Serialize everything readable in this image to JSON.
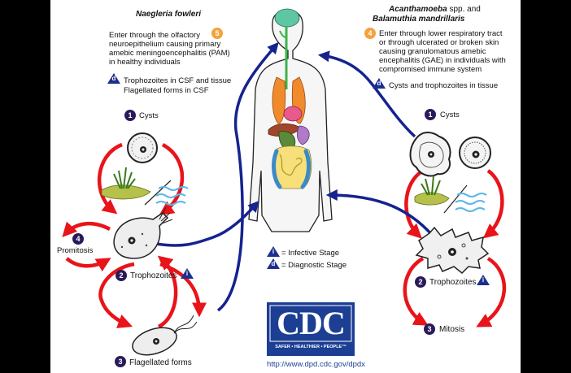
{
  "naegleria": {
    "title": "Naegleria fowleri",
    "entry_step": "5",
    "entry_text_1": "Enter through the olfactory",
    "entry_text_2": "neuroepithelium causing primary",
    "entry_text_3": "amebic meningoencephalitis (PAM)",
    "entry_text_4": "in healthy individuals",
    "diag_mark": "d",
    "diag_text_1": "Trophozoites in CSF and tissue",
    "diag_text_2": "Flagellated forms in CSF",
    "cysts_step": "1",
    "cysts_label": "Cysts",
    "promitosis_step": "4",
    "promitosis_label": "Promitosis",
    "troph_step": "2",
    "troph_label": "Trophozoites",
    "troph_mark": "i",
    "flag_step": "3",
    "flag_label": "Flagellated forms"
  },
  "acanth": {
    "title_1": "Acanthamoeba",
    "title_1_suffix": " spp. and",
    "title_2": "Balamuthia mandrillaris",
    "entry_step": "4",
    "entry_text_1": "Enter through lower respiratory tract",
    "entry_text_2": "or through ulcerated or broken skin",
    "entry_text_3": "causing granulomatous amebic",
    "entry_text_4": "encephalitis (GAE) in individuals with",
    "entry_text_5": "compromised immune system",
    "diag_mark": "d",
    "diag_text": "Cysts and trophozoites in tissue",
    "cysts_step": "1",
    "cysts_label": "Cysts",
    "troph_step": "2",
    "troph_label": "Trophozoites",
    "troph_mark": "i",
    "mitosis_step": "3",
    "mitosis_label": "Mitosis"
  },
  "legend": {
    "infective_mark": "i",
    "infective_label": "= Infective Stage",
    "diagnostic_mark": "d",
    "diagnostic_label": "= Diagnostic Stage"
  },
  "logo": {
    "text": "CDC",
    "tagline": "SAFER • HEALTHIER • PEOPLE™",
    "url": "http://www.dpd.cdc.gov/dpdx"
  },
  "colors": {
    "cycle_arrow": "#e8141a",
    "infection_arrow": "#15238f",
    "step_circle": "#2b1a5a",
    "entry_circle": "#f4a23c",
    "logo_blue": "#1c3f94"
  }
}
